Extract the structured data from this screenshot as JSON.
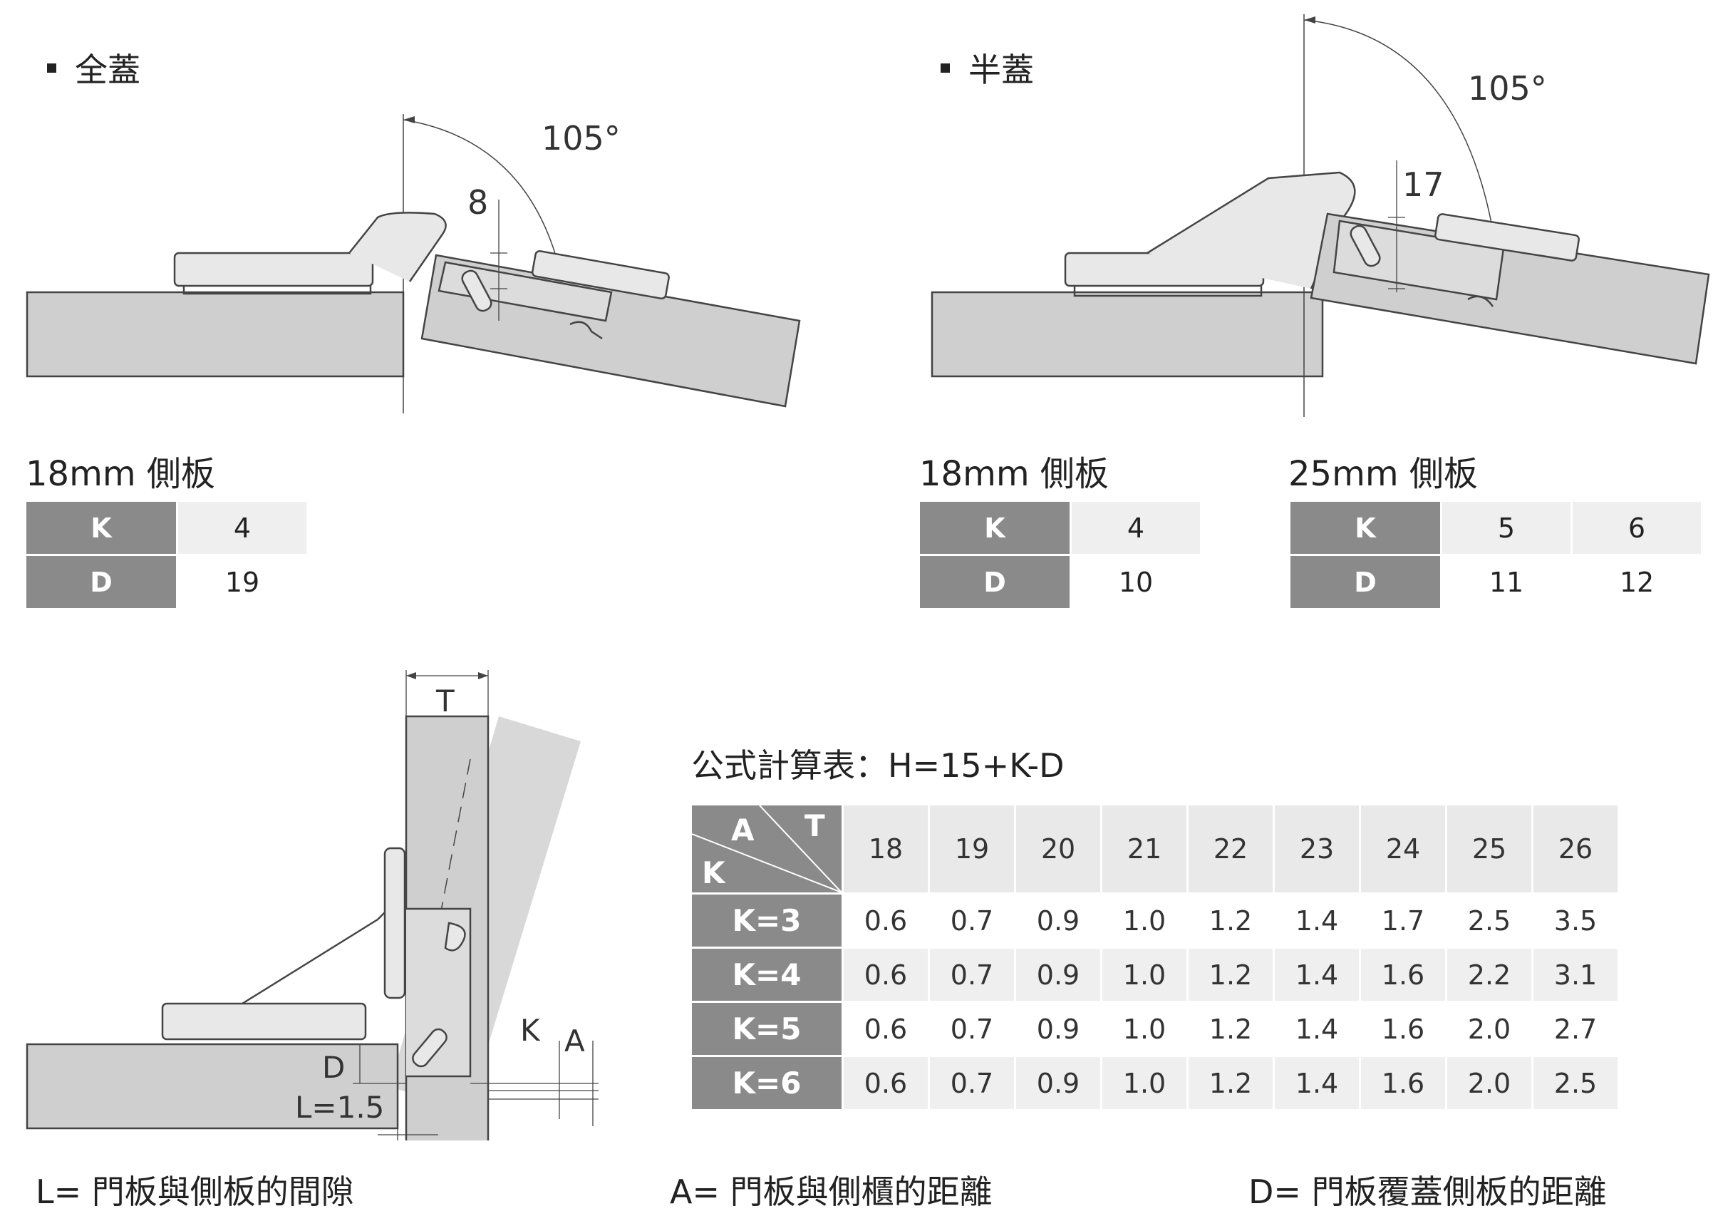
{
  "sections": {
    "full": {
      "title": "全蓋",
      "angle": "105°",
      "dim": "8"
    },
    "half": {
      "title": "半蓋",
      "angle": "105°",
      "dim": "17"
    }
  },
  "tables": {
    "full_18": {
      "title": "18mm 側板",
      "k_label": "K",
      "d_label": "D",
      "k": [
        "4"
      ],
      "d": [
        "19"
      ]
    },
    "half_18": {
      "title": "18mm 側板",
      "k_label": "K",
      "d_label": "D",
      "k": [
        "4"
      ],
      "d": [
        "10"
      ]
    },
    "half_25": {
      "title": "25mm 側板",
      "k_label": "K",
      "d_label": "D",
      "k": [
        "5",
        "6"
      ],
      "d": [
        "11",
        "12"
      ]
    }
  },
  "diagram3": {
    "t": "T",
    "k": "K",
    "a": "A",
    "d": "D",
    "l": "L=1.5"
  },
  "formula": "公式計算表：H=15+K-D",
  "calc": {
    "corner": {
      "a": "A",
      "t": "T",
      "k": "K"
    },
    "t_values": [
      "18",
      "19",
      "20",
      "21",
      "22",
      "23",
      "24",
      "25",
      "26"
    ],
    "rows": [
      {
        "label": "K=3",
        "values": [
          "0.6",
          "0.7",
          "0.9",
          "1.0",
          "1.2",
          "1.4",
          "1.7",
          "2.5",
          "3.5"
        ]
      },
      {
        "label": "K=4",
        "values": [
          "0.6",
          "0.7",
          "0.9",
          "1.0",
          "1.2",
          "1.4",
          "1.6",
          "2.2",
          "3.1"
        ]
      },
      {
        "label": "K=5",
        "values": [
          "0.6",
          "0.7",
          "0.9",
          "1.0",
          "1.2",
          "1.4",
          "1.6",
          "2.0",
          "2.7"
        ]
      },
      {
        "label": "K=6",
        "values": [
          "0.6",
          "0.7",
          "0.9",
          "1.0",
          "1.2",
          "1.4",
          "1.6",
          "2.0",
          "2.5"
        ]
      }
    ]
  },
  "legends": {
    "l": "L= 門板與側板的間隙",
    "a": "A= 門板與側櫃的距離",
    "d": "D= 門板覆蓋側板的距離"
  }
}
